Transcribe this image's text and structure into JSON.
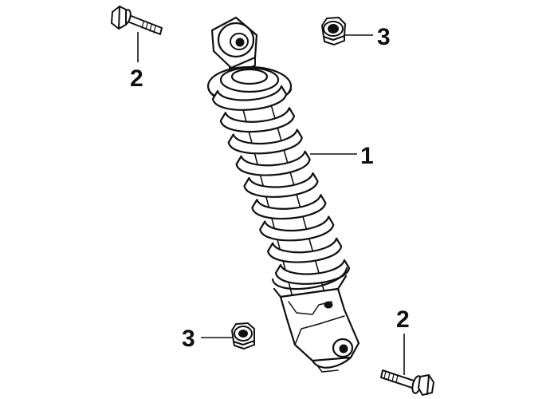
{
  "diagram": {
    "callouts": [
      {
        "id": "shock",
        "label": "1"
      },
      {
        "id": "bolt-top",
        "label": "2"
      },
      {
        "id": "bolt-bottom",
        "label": "2"
      },
      {
        "id": "nut-top",
        "label": "3"
      },
      {
        "id": "nut-bottom",
        "label": "3"
      }
    ],
    "colors": {
      "ink": "#111111",
      "background": "#ffffff"
    }
  }
}
